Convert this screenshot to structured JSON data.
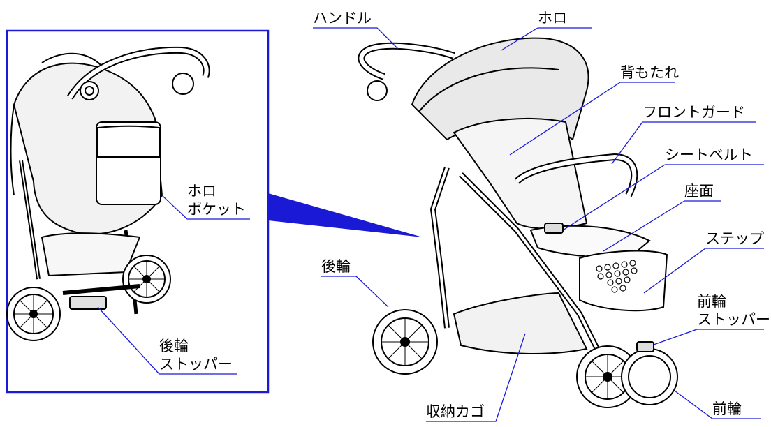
{
  "colors": {
    "accent": "#1a1ad6",
    "line": "#000000",
    "background": "#ffffff"
  },
  "labels": {
    "handle": "ハンドル",
    "hood": "ホロ",
    "backrest": "背もたれ",
    "front_guard": "フロントガード",
    "seat_belt": "シートベルト",
    "seat": "座面",
    "step": "ステップ",
    "front_wheel_stopper_1": "前輪",
    "front_wheel_stopper_2": "ストッパー",
    "front_wheel": "前輪",
    "rear_wheel": "後輪",
    "basket": "収納カゴ",
    "hood_pocket_1": "ホロ",
    "hood_pocket_2": "ポケット",
    "rear_wheel_stopper_1": "後輪",
    "rear_wheel_stopper_2": "ストッパー"
  }
}
